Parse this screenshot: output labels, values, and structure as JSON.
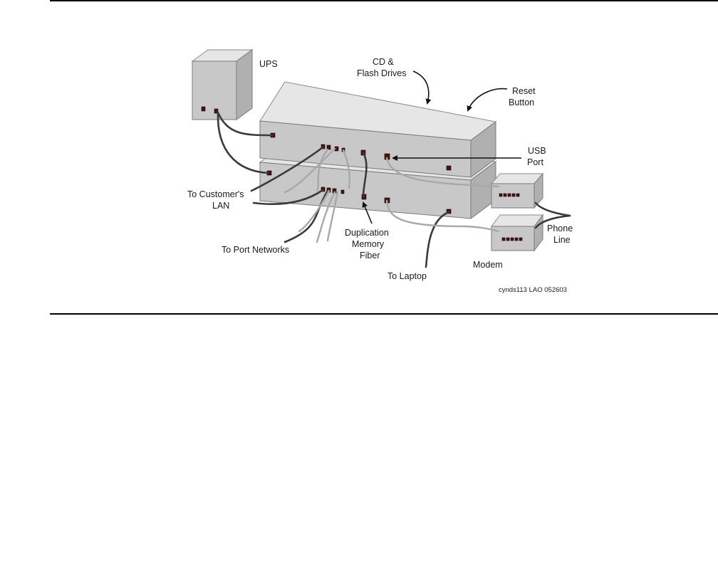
{
  "figure": {
    "labels": {
      "ups": "UPS",
      "cd_flash_line1": "CD &",
      "cd_flash_line2": "Flash Drives",
      "reset_line1": "Reset",
      "reset_line2": "Button",
      "usb_line1": "USB",
      "usb_line2": "Port",
      "customer_lan_line1": "To Customer's",
      "customer_lan_line2": "LAN",
      "port_networks": "To Port Networks",
      "dup_line1": "Duplication",
      "dup_line2": "Memory",
      "dup_line3": "Fiber",
      "laptop": "To Laptop",
      "phone_line1": "Phone",
      "phone_line2": "Line",
      "modem": "Modem",
      "figure_code": "cynds113 LAO  052603"
    }
  }
}
